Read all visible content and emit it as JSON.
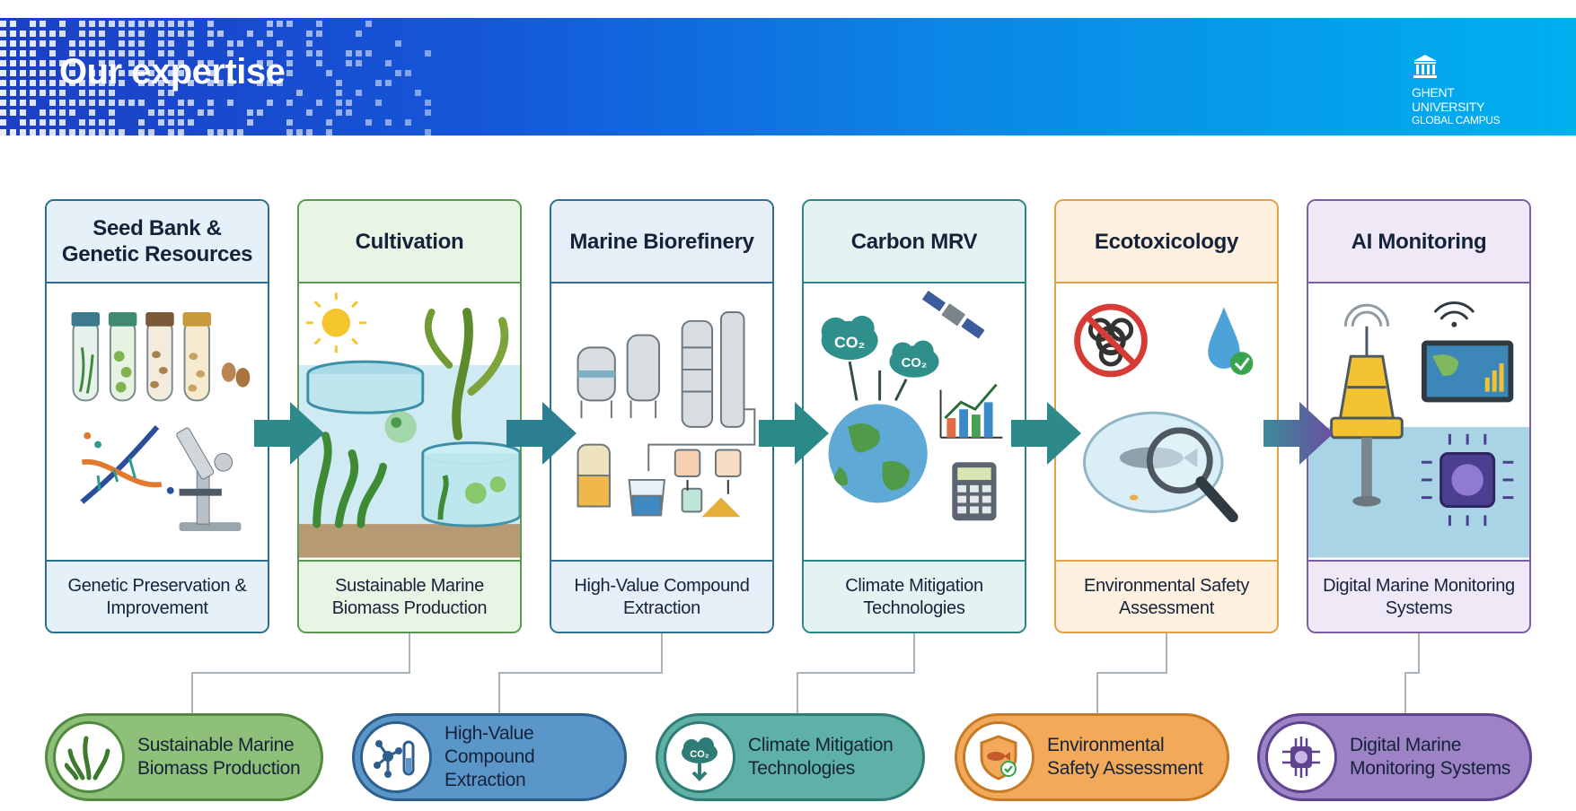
{
  "header": {
    "title": "Our expertise",
    "logo_line1": "GHENT UNIVERSITY",
    "logo_line2": "GLOBAL CAMPUS"
  },
  "stages": [
    {
      "title": "Seed Bank & Genetic Resources",
      "caption": "Genetic Preservation & Improvement",
      "border": "#2a6f8f",
      "head_bg": "#e6f0f8",
      "foot_bg": "#e6f0f8",
      "icon": "test-tubes-dna-microscope-icon"
    },
    {
      "title": "Cultivation",
      "caption": "Sustainable Marine Biomass Production",
      "border": "#5a9a52",
      "head_bg": "#e9f4e4",
      "foot_bg": "#e9f4e4",
      "icon": "seaweed-tank-icon"
    },
    {
      "title": "Marine Biorefinery",
      "caption": "High-Value Compound Extraction",
      "border": "#2e6f96",
      "head_bg": "#e6eff8",
      "foot_bg": "#e6eff8",
      "icon": "refinery-icon"
    },
    {
      "title": "Carbon MRV",
      "caption": "Climate Mitigation Technologies",
      "border": "#2a8584",
      "head_bg": "#e3f3f1",
      "foot_bg": "#e3f3f1",
      "icon": "globe-co2-icon"
    },
    {
      "title": "Ecotoxicology",
      "caption": "Environmental Safety Assessment",
      "border": "#e1a04a",
      "head_bg": "#fdf0df",
      "foot_bg": "#fdf0df",
      "icon": "magnifier-fish-icon"
    },
    {
      "title": "AI Monitoring",
      "caption": "Digital Marine Monitoring Systems",
      "border": "#7a5fa6",
      "head_bg": "#efe9f7",
      "foot_bg": "#efe9f7",
      "icon": "buoy-monitor-icon"
    }
  ],
  "outcomes": [
    {
      "label": "Sustainable Marine Biomass Production",
      "bg": "#8fc07a",
      "border": "#4f8a3f",
      "icon": "seaweed-icon"
    },
    {
      "label": "High-Value Compound Extraction",
      "bg": "#5b96c9",
      "border": "#2c5f8e",
      "icon": "molecule-icon"
    },
    {
      "label": "Climate Mitigation Technologies",
      "bg": "#5fb0a6",
      "border": "#2f7c76",
      "icon": "co2-cloud-icon"
    },
    {
      "label": "Environmental Safety Assessment",
      "bg": "#f2a95a",
      "border": "#c77a25",
      "icon": "shield-fish-icon"
    },
    {
      "label": "Digital Marine Monitoring Systems",
      "bg": "#9d82c6",
      "border": "#5e438f",
      "icon": "ai-chip-icon"
    }
  ]
}
